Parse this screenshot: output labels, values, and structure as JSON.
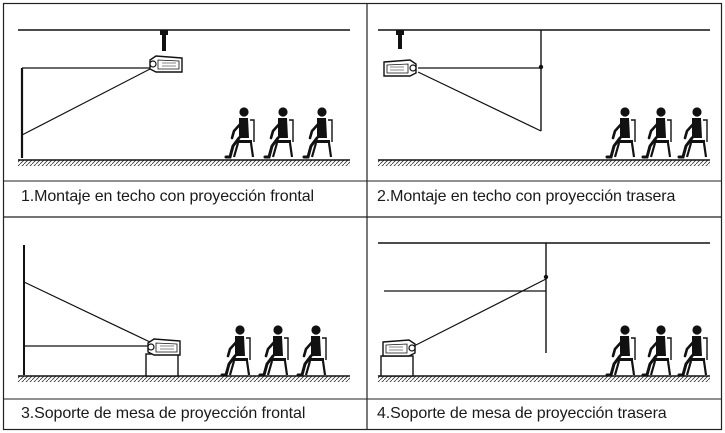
{
  "panels": [
    {
      "id": 1,
      "caption": "1.Montaje en techo con proyección frontal",
      "mount": "ceiling",
      "projection": "front"
    },
    {
      "id": 2,
      "caption": "2.Montaje en techo con proyección trasera",
      "mount": "ceiling",
      "projection": "rear"
    },
    {
      "id": 3,
      "caption": "3.Soporte de mesa de proyección frontal",
      "mount": "table",
      "projection": "front"
    },
    {
      "id": 4,
      "caption": "4.Soporte de mesa de proyección trasera",
      "mount": "table",
      "projection": "rear"
    }
  ],
  "icons": [
    "projector-icon",
    "viewer-icon",
    "screen-icon",
    "table-icon",
    "ceiling-mount-icon"
  ],
  "colors": {
    "line": "#1a1a1a",
    "border": "#222222",
    "background": "#ffffff"
  }
}
